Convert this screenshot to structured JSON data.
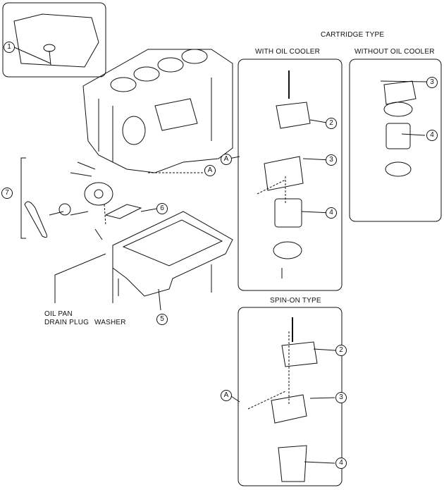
{
  "headings": {
    "cartridge_type": "CARTRIDGE TYPE",
    "with_oil_cooler": "WITH OIL COOLER",
    "without_oil_cooler": "WITHOUT OIL COOLER",
    "spin_on_type": "SPIN-ON TYPE"
  },
  "labels": {
    "oil_pan_drain_plug_line1": "OIL PAN",
    "oil_pan_drain_plug_line2": "DRAIN PLUG",
    "washer": "WASHER"
  },
  "callouts": {
    "n1": "1",
    "n2": "2",
    "n3": "3",
    "n4": "4",
    "n5": "5",
    "n6": "6",
    "n7": "7",
    "a": "A"
  }
}
